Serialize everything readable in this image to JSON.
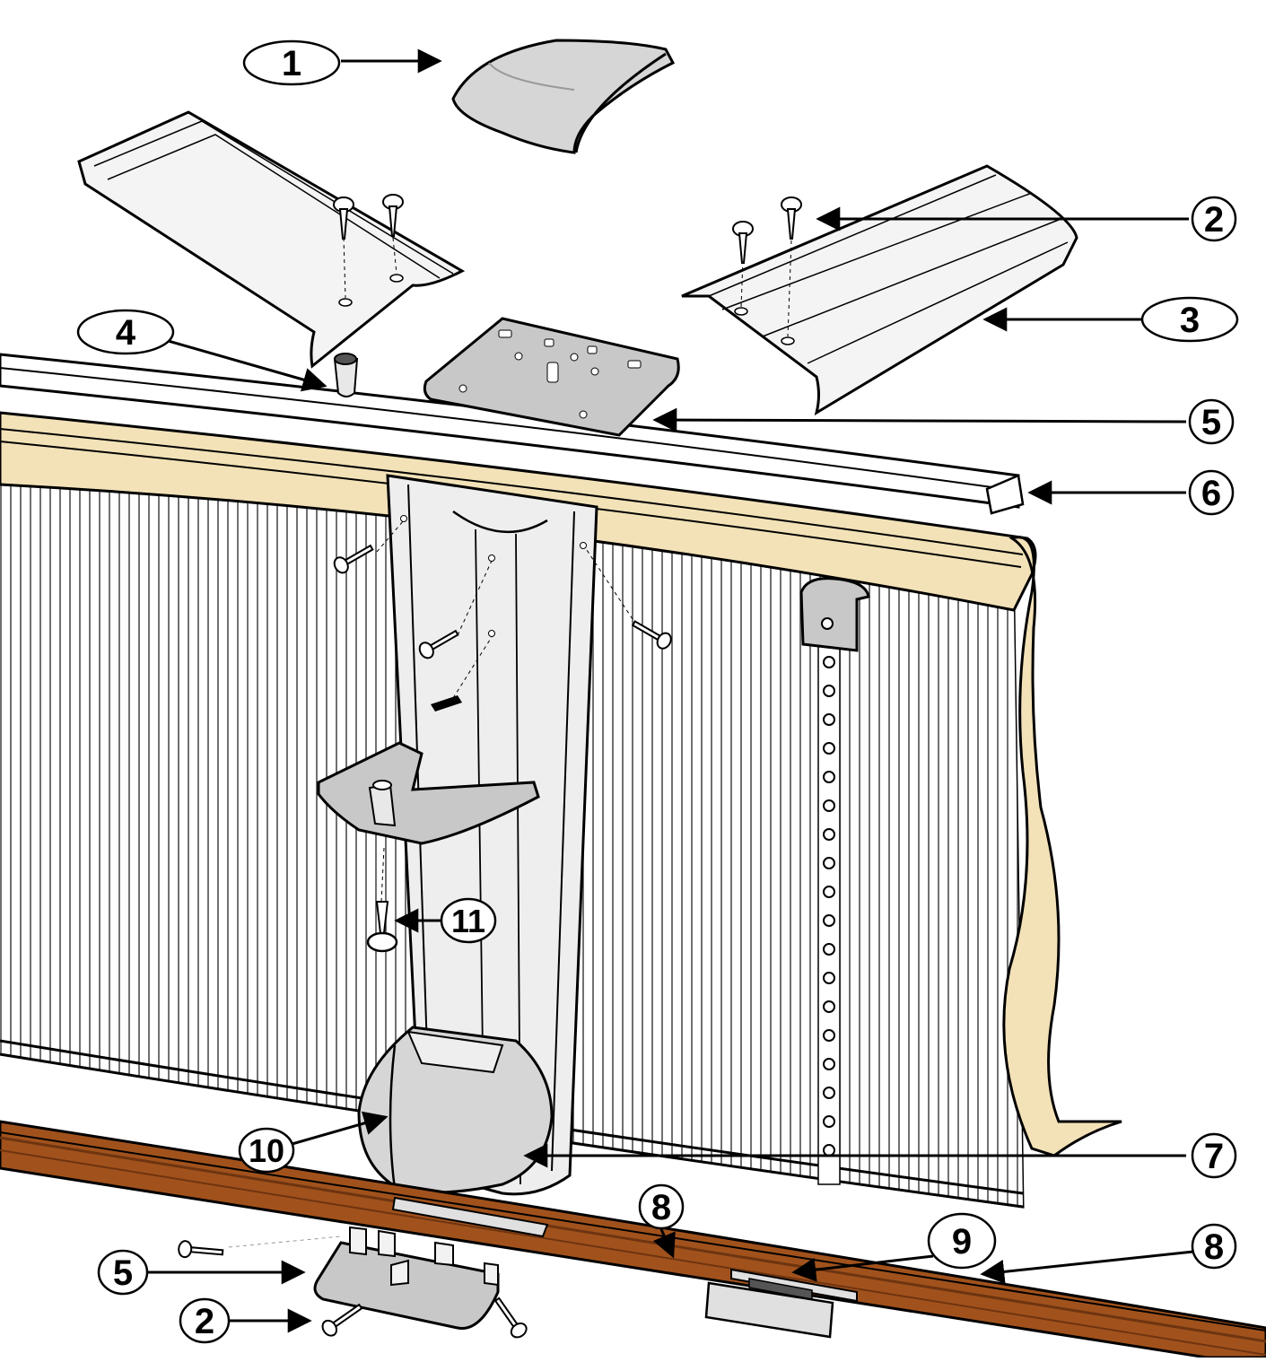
{
  "diagram": {
    "callouts": [
      {
        "id": "c1",
        "number": "1",
        "part": "top-cap"
      },
      {
        "id": "c2a",
        "number": "2",
        "part": "screw"
      },
      {
        "id": "c3",
        "number": "3",
        "part": "top-rail"
      },
      {
        "id": "c4",
        "number": "4",
        "part": "top-rail-connector"
      },
      {
        "id": "c5a",
        "number": "5",
        "part": "plate"
      },
      {
        "id": "c6",
        "number": "6",
        "part": "top-rail-stabilizer"
      },
      {
        "id": "c7",
        "number": "7",
        "part": "upright"
      },
      {
        "id": "c8a",
        "number": "8",
        "part": "bottom-rail"
      },
      {
        "id": "c8b",
        "number": "8",
        "part": "bottom-rail"
      },
      {
        "id": "c9",
        "number": "9",
        "part": "bottom-rail-connector"
      },
      {
        "id": "c10",
        "number": "10",
        "part": "upright-cover"
      },
      {
        "id": "c11",
        "number": "11",
        "part": "screw"
      },
      {
        "id": "c5b",
        "number": "5",
        "part": "bottom-plate"
      },
      {
        "id": "c2b",
        "number": "2",
        "part": "screw"
      }
    ],
    "colors": {
      "outline": "#000000",
      "metal": "#e8e8e8",
      "metal_dark": "#b8b8b8",
      "cap_grey": "#d6d6d6",
      "liner_beige": "#f3e2b8",
      "wood_brown": "#a1521c",
      "wood_dark": "#6e3410"
    }
  }
}
